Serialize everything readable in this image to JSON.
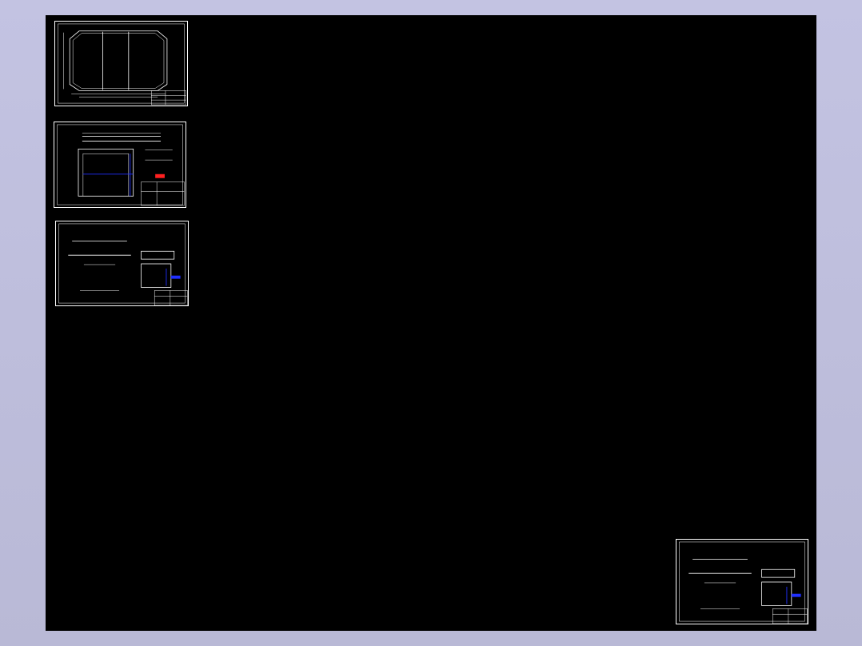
{
  "viewport": {
    "background": "#000000",
    "frame_color": "#c3c3e2",
    "line_color": "#ffffff",
    "accent_blue": "#2030ff",
    "accent_red": "#ff2020"
  },
  "sheets": [
    {
      "id": "sheet-1"
    },
    {
      "id": "sheet-2"
    },
    {
      "id": "sheet-3"
    },
    {
      "id": "sheet-4"
    }
  ]
}
